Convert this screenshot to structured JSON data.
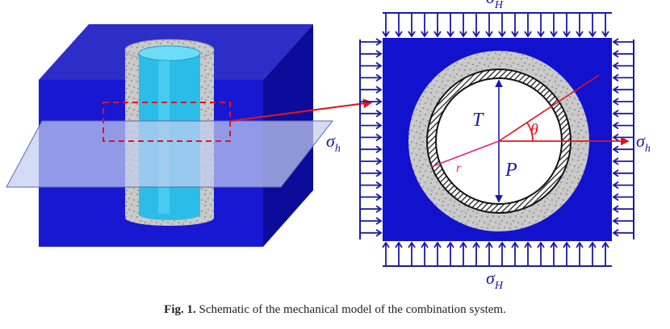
{
  "figure": {
    "caption_label": "Fig. 1.",
    "caption_text": "Schematic of the mechanical model of the combination system."
  },
  "labels": {
    "sigma_H_top": "σH",
    "sigma_H_bottom": "σH",
    "sigma_h_left": "σh",
    "sigma_h_right": "σh",
    "T": "T",
    "P": "P",
    "theta": "θ",
    "r": "r"
  },
  "colors": {
    "formation_blue": "#1414c8",
    "formation_top": "#2d2dbf",
    "formation_side": "#0c0c96",
    "plane": "#b9c8ec",
    "fluid_cyan": "#2bc4ee",
    "cement_gray": "#c8c8c8",
    "arrow_blue": "#1a1aa6",
    "red": "#e0141e",
    "magenta": "#e01e8c",
    "label_blue": "#1a1a9e"
  }
}
